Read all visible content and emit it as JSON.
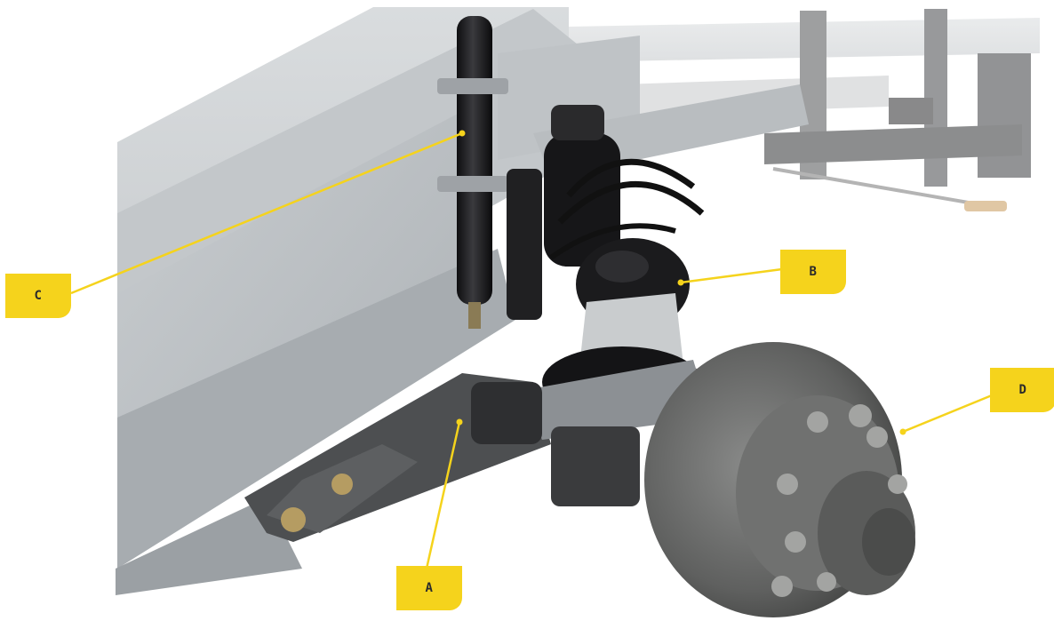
{
  "callouts": [
    {
      "id": "c",
      "label": "C"
    },
    {
      "id": "b",
      "label": "B"
    },
    {
      "id": "d",
      "label": "D"
    },
    {
      "id": "a",
      "label": "A"
    }
  ],
  "colors": {
    "callout_fill": "#f5d31c",
    "callout_text": "#2b2b2b",
    "frame_gray": "#b7bcc0",
    "component_black": "#1d1d1f",
    "hub_gray": "#6f7070"
  }
}
